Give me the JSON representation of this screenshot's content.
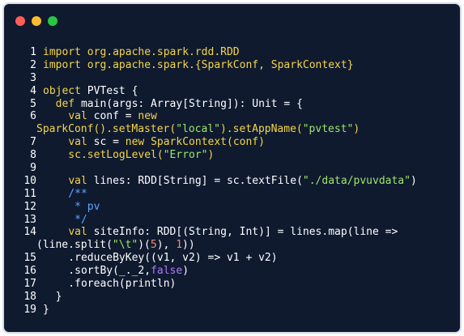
{
  "window": {
    "controls": {
      "close_color": "#ff5f57",
      "minimize_color": "#febc2e",
      "zoom_color": "#28c840"
    },
    "background": "#0f1a2f"
  },
  "code": {
    "language": "scala",
    "lines": [
      {
        "n": "1",
        "tokens": [
          {
            "t": "import",
            "c": "kw"
          },
          {
            "t": " org.apache.spark.rdd.RDD",
            "c": "kw"
          }
        ]
      },
      {
        "n": "2",
        "tokens": [
          {
            "t": "import",
            "c": "kw"
          },
          {
            "t": " org.apache.spark.{SparkConf, SparkContext}",
            "c": "kw"
          }
        ]
      },
      {
        "n": "3",
        "tokens": []
      },
      {
        "n": "4",
        "tokens": [
          {
            "t": "object",
            "c": "kw"
          },
          {
            "t": " PVTest {",
            "c": "pl"
          }
        ]
      },
      {
        "n": "5",
        "tokens": [
          {
            "t": "  ",
            "c": "pl"
          },
          {
            "t": "def",
            "c": "kw"
          },
          {
            "t": " main(args: Array[String]): Unit = {",
            "c": "pl"
          }
        ]
      },
      {
        "n": "6",
        "tokens": [
          {
            "t": "    ",
            "c": "pl"
          },
          {
            "t": "val",
            "c": "kw"
          },
          {
            "t": " conf = ",
            "c": "pl"
          },
          {
            "t": "new",
            "c": "kw"
          }
        ]
      },
      {
        "n": "",
        "cont": true,
        "tokens": [
          {
            "t": "SparkConf().setMaster(",
            "c": "kw"
          },
          {
            "t": "\"local\"",
            "c": "str"
          },
          {
            "t": ").setAppName(",
            "c": "kw"
          },
          {
            "t": "\"pvtest\"",
            "c": "str"
          },
          {
            "t": ")",
            "c": "kw"
          }
        ]
      },
      {
        "n": "7",
        "tokens": [
          {
            "t": "    ",
            "c": "pl"
          },
          {
            "t": "val",
            "c": "kw"
          },
          {
            "t": " sc = ",
            "c": "pl"
          },
          {
            "t": "new",
            "c": "kw"
          },
          {
            "t": " SparkContext(conf)",
            "c": "kw"
          }
        ]
      },
      {
        "n": "8",
        "tokens": [
          {
            "t": "    sc.setLogLevel(",
            "c": "kw"
          },
          {
            "t": "\"Error\"",
            "c": "str"
          },
          {
            "t": ")",
            "c": "kw"
          }
        ]
      },
      {
        "n": "9",
        "tokens": []
      },
      {
        "n": "10",
        "tokens": [
          {
            "t": "    ",
            "c": "pl"
          },
          {
            "t": "val",
            "c": "kw"
          },
          {
            "t": " lines: RDD[String] = sc.textFile(",
            "c": "pl"
          },
          {
            "t": "\"./data/pvuvdata\"",
            "c": "str"
          },
          {
            "t": ")",
            "c": "pl"
          }
        ]
      },
      {
        "n": "11",
        "tokens": [
          {
            "t": "    /**",
            "c": "cmt"
          }
        ]
      },
      {
        "n": "12",
        "tokens": [
          {
            "t": "     * pv",
            "c": "cmt"
          }
        ]
      },
      {
        "n": "13",
        "tokens": [
          {
            "t": "     */",
            "c": "cmt"
          }
        ]
      },
      {
        "n": "14",
        "tokens": [
          {
            "t": "    ",
            "c": "pl"
          },
          {
            "t": "val",
            "c": "kw"
          },
          {
            "t": " siteInfo: RDD[(String, Int)] = lines.map(line =>",
            "c": "pl"
          }
        ]
      },
      {
        "n": "",
        "cont": true,
        "tokens": [
          {
            "t": "(line.split(",
            "c": "pl"
          },
          {
            "t": "\"\\t\"",
            "c": "str"
          },
          {
            "t": ")(",
            "c": "pl"
          },
          {
            "t": "5",
            "c": "num"
          },
          {
            "t": "), ",
            "c": "pl"
          },
          {
            "t": "1",
            "c": "num"
          },
          {
            "t": "))",
            "c": "pl"
          }
        ]
      },
      {
        "n": "15",
        "tokens": [
          {
            "t": "    .reduceByKey((v1, v2) => v1 + v2)",
            "c": "pl"
          }
        ]
      },
      {
        "n": "16",
        "tokens": [
          {
            "t": "    .sortBy(_._2,",
            "c": "pl"
          },
          {
            "t": "false",
            "c": "lit"
          },
          {
            "t": ")",
            "c": "pl"
          }
        ]
      },
      {
        "n": "17",
        "tokens": [
          {
            "t": "    .foreach(println)",
            "c": "pl"
          }
        ]
      },
      {
        "n": "18",
        "tokens": [
          {
            "t": "  }",
            "c": "pl"
          }
        ]
      },
      {
        "n": "19",
        "tokens": [
          {
            "t": "}",
            "c": "pl"
          }
        ]
      }
    ]
  }
}
